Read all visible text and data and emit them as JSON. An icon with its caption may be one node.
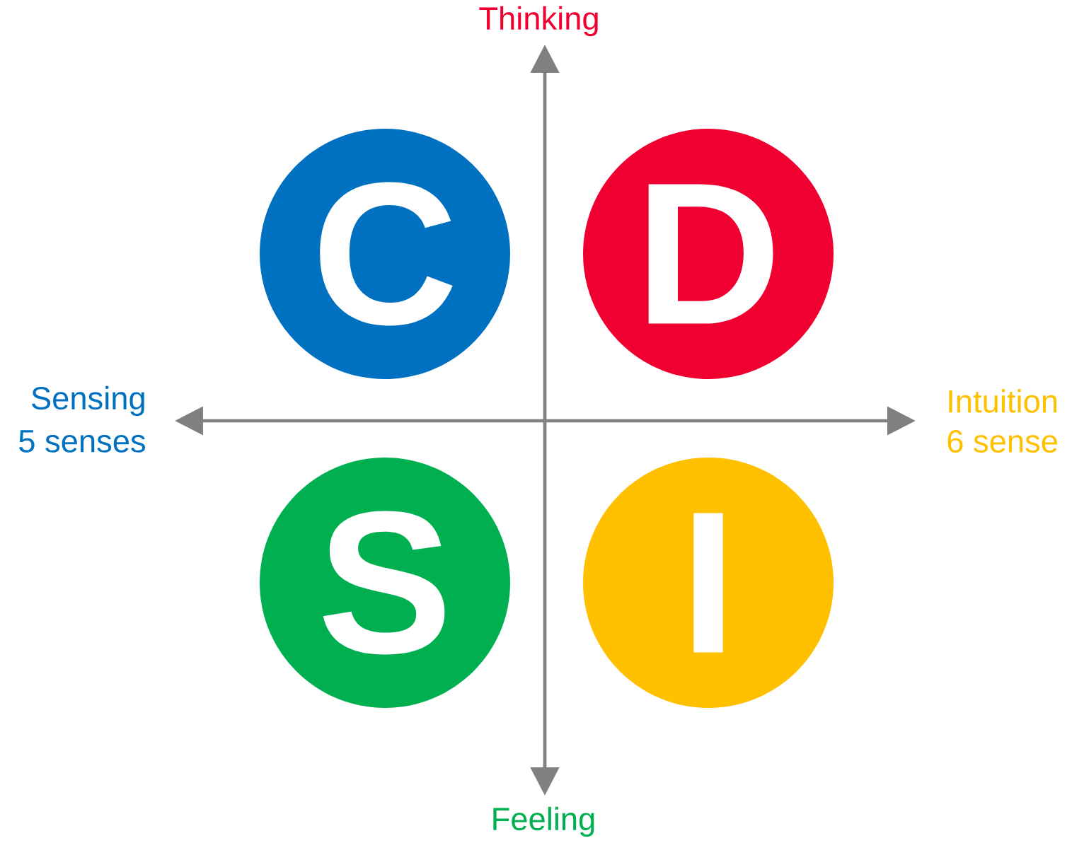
{
  "diagram": {
    "nodes": [
      {
        "text": [
          "C"
        ]
      },
      {
        "text": [
          "D"
        ]
      },
      {
        "text": [
          "S"
        ]
      },
      {
        "text": [
          "I"
        ]
      }
    ],
    "labels": [
      "Thinking",
      "Sensing",
      "5 senses",
      "Intuition",
      "6 sense",
      "Feeling"
    ]
  }
}
